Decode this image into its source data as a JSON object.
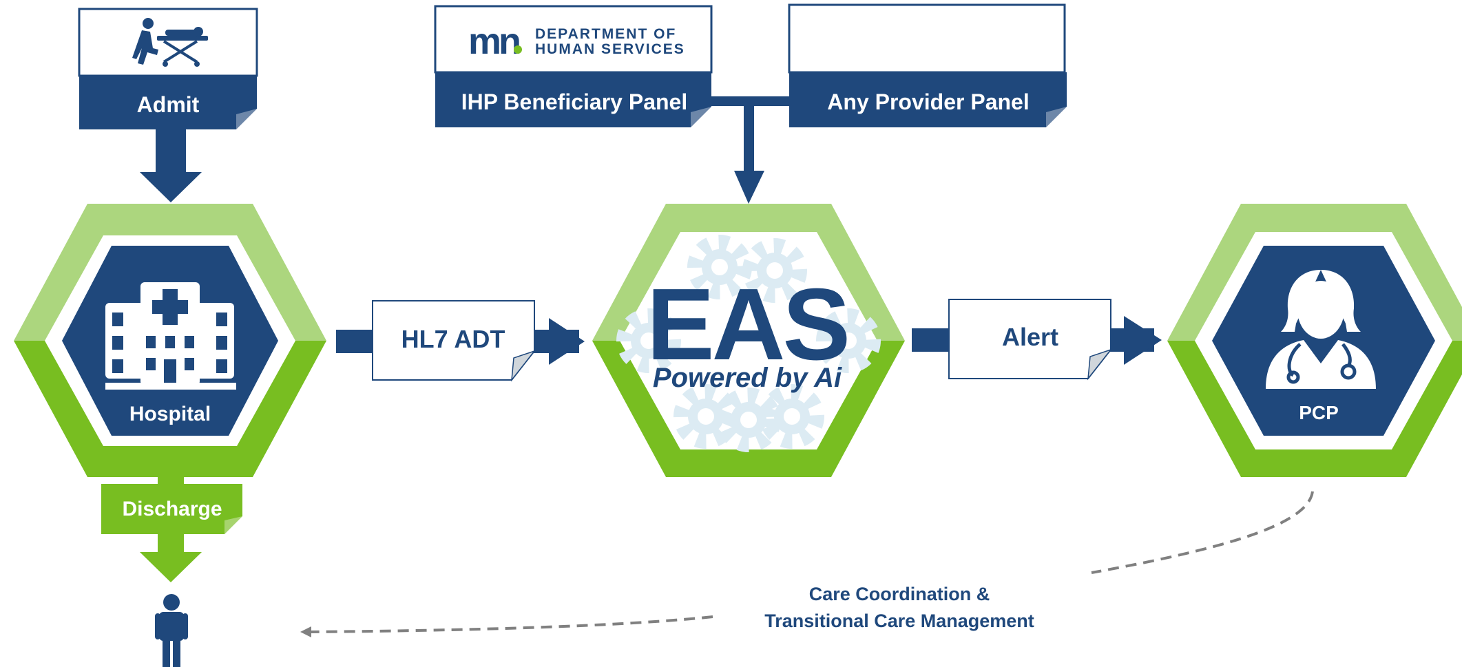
{
  "colors": {
    "navy": "#1f487c",
    "green": "#78be21",
    "light_green": "#acd67e",
    "gear": "#dcebf3",
    "dashed_gray": "#808080"
  },
  "top": {
    "admit": {
      "label": "Admit",
      "icon": "stretcher-icon"
    },
    "dhs_logo": {
      "mark": "mn",
      "line1": "DEPARTMENT OF",
      "line2": "HUMAN SERVICES"
    },
    "ihp_panel": {
      "label": "IHP Beneficiary Panel"
    },
    "any_provider_panel": {
      "label": "Any Provider Panel"
    }
  },
  "nodes": {
    "hospital": {
      "label": "Hospital",
      "icon": "hospital-building-icon"
    },
    "eas": {
      "title": "EAS",
      "subtitle": "Powered by Ai",
      "icon": "gears-icon"
    },
    "pcp": {
      "label": "PCP",
      "icon": "doctor-icon"
    }
  },
  "messages": {
    "hl7": "HL7 ADT",
    "alert": "Alert"
  },
  "discharge": {
    "label": "Discharge",
    "icon": "person-icon"
  },
  "care": {
    "line1": "Care Coordination &",
    "line2": "Transitional Care Management"
  }
}
